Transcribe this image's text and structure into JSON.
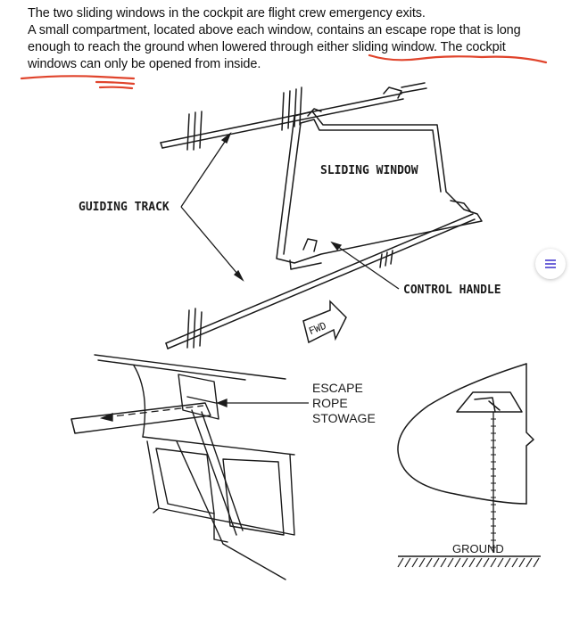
{
  "intro": {
    "line1": "The two sliding windows in the cockpit are flight crew emergency exits.",
    "line2": "A small compartment, located above each window, contains an escape rope that is long enough to reach the ground when lowered through either sliding window. The cockpit windows can only be opened from inside."
  },
  "labels": {
    "sliding_window": "SLIDING WINDOW",
    "guiding_track": "GUIDING TRACK",
    "control_handle": "CONTROL HANDLE",
    "fwd": "FWD",
    "escape_rope_stowage": [
      "ESCAPE",
      "ROPE",
      "STOWAGE"
    ],
    "ground": "GROUND"
  },
  "colors": {
    "annotation": "#e0442c",
    "ink": "#1a1a1a",
    "menu_icon": "#6c63d8"
  },
  "icons": {
    "floating_button": "menu-lines-icon"
  }
}
